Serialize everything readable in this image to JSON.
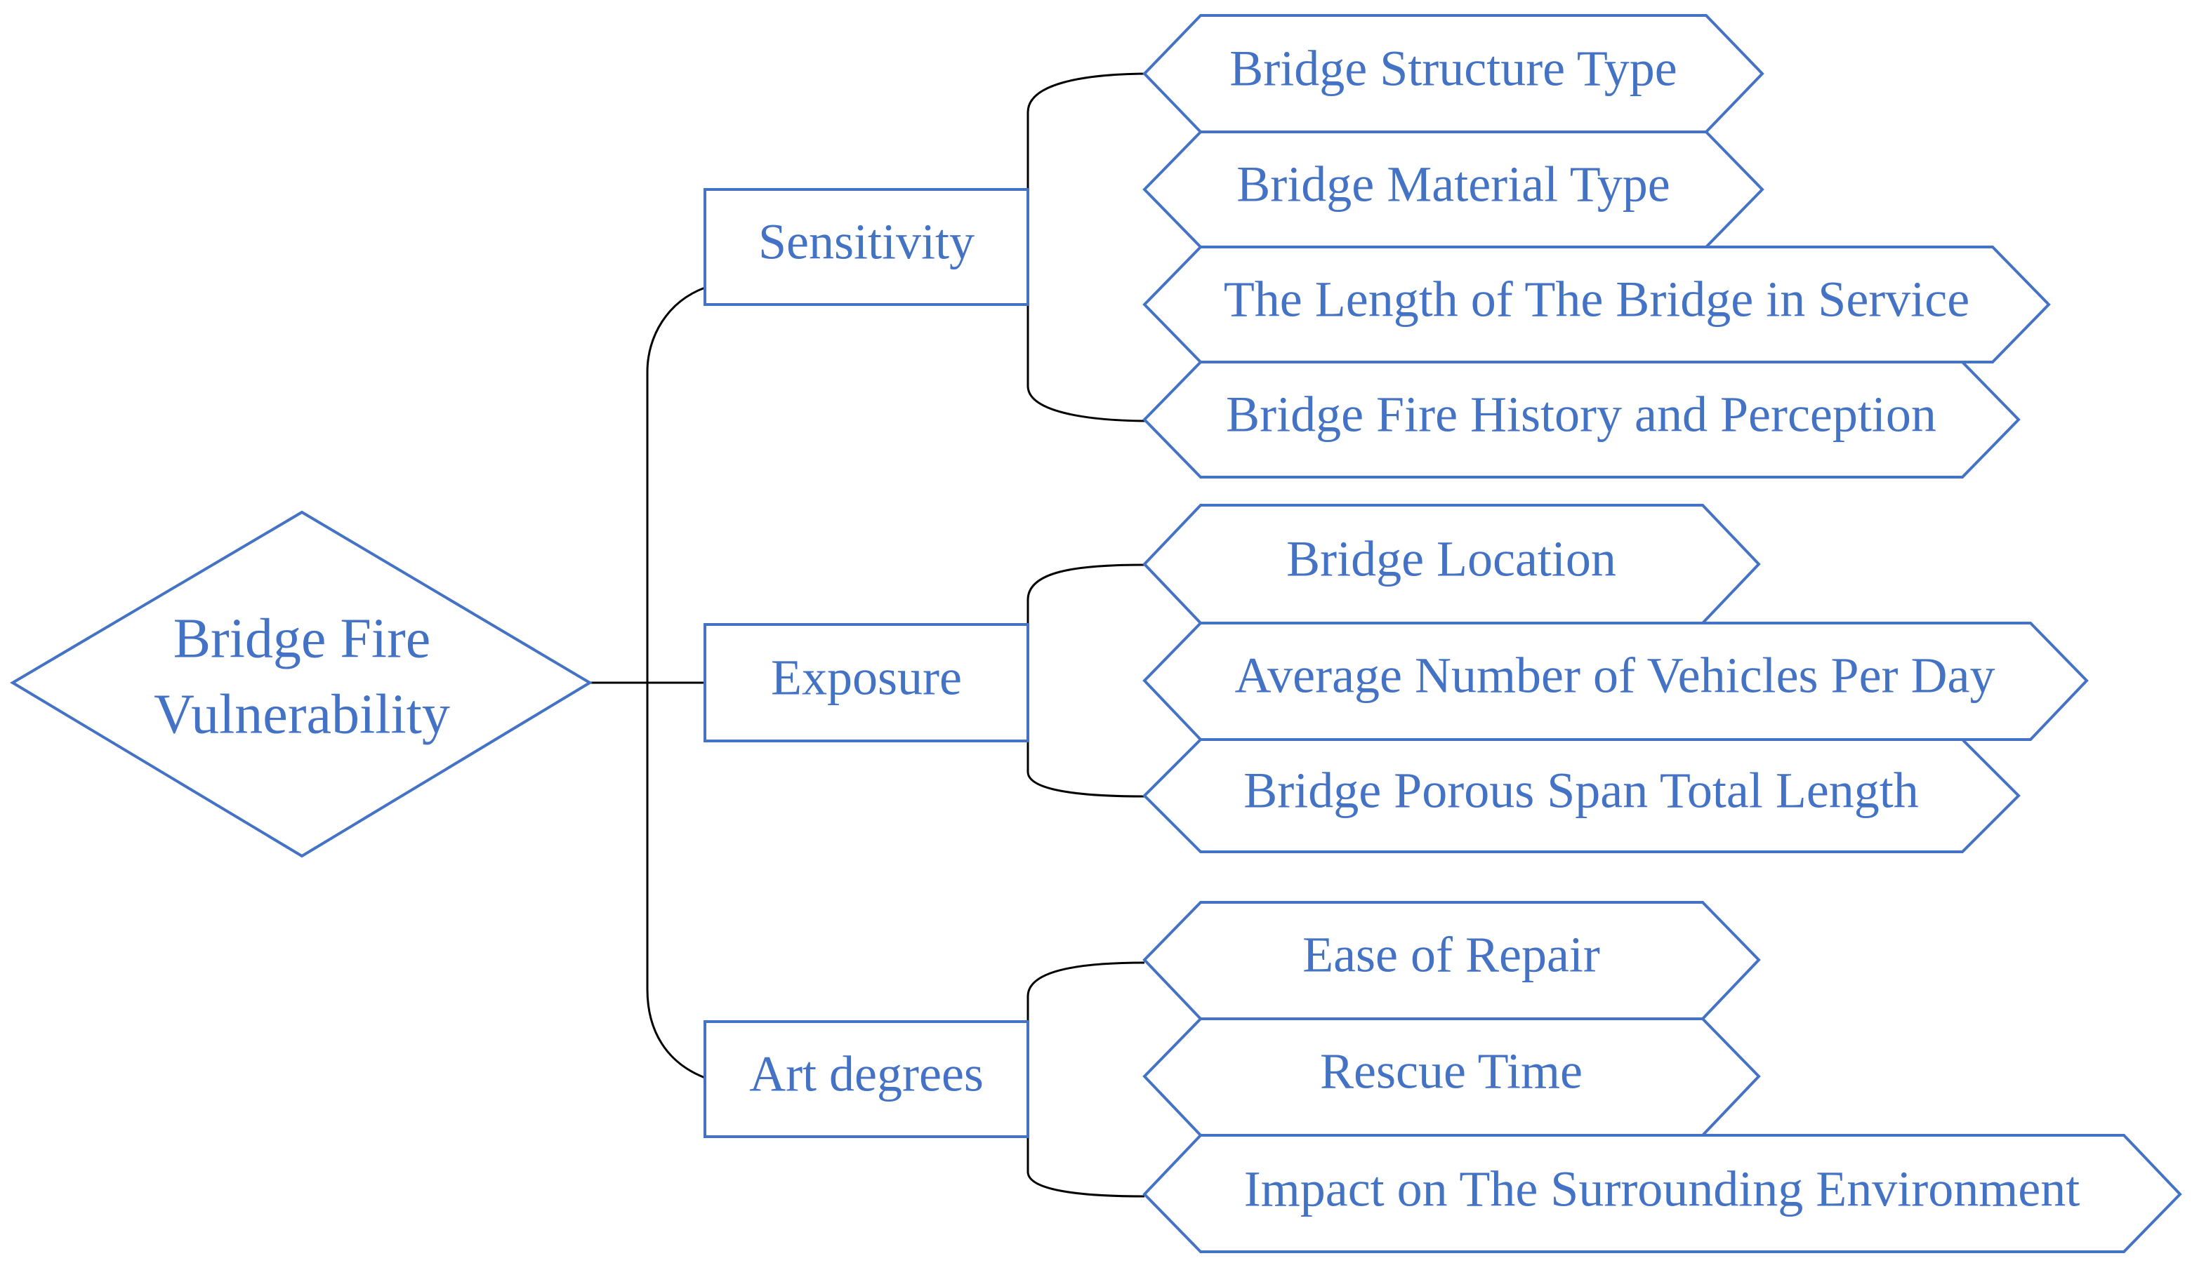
{
  "colors": {
    "node_stroke": "#4472c4",
    "node_text": "#4472c4",
    "connector": "#000000",
    "background": "#ffffff"
  },
  "root": {
    "lines": [
      "Bridge Fire",
      "Vulnerability"
    ]
  },
  "categories": [
    {
      "label": "Sensitivity",
      "items": [
        "Bridge Structure Type",
        "Bridge Material Type",
        "The Length of The Bridge in Service",
        "Bridge Fire History and Perception"
      ]
    },
    {
      "label": "Exposure",
      "items": [
        "Bridge Location",
        "Average Number of Vehicles Per Day",
        "Bridge Porous Span Total Length"
      ]
    },
    {
      "label": "Art degrees",
      "items": [
        "Ease of Repair",
        "Rescue Time",
        "Impact on The Surrounding Environment"
      ]
    }
  ]
}
